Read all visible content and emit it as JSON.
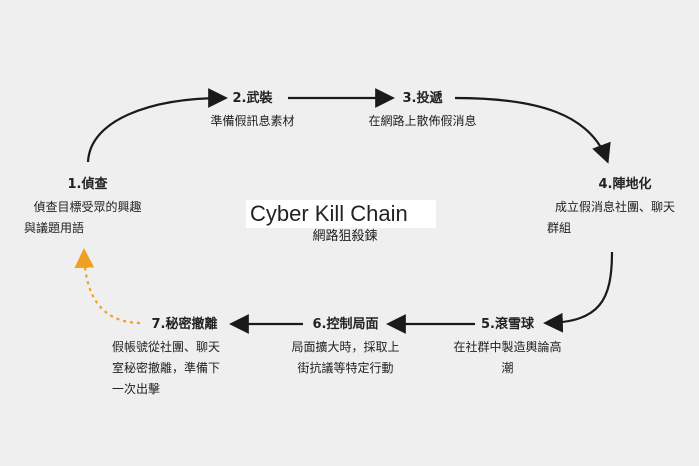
{
  "diagram": {
    "title": "Cyber Kill Chain",
    "subtitle": "網路狙殺鍊",
    "colors": {
      "arrow": "#1a1a1a",
      "dashed_arrow": "#f0a020",
      "title_bg": "#ffffff",
      "background": "#efefef"
    },
    "steps": [
      {
        "title": "1.偵查",
        "desc_lines": [
          "偵查目標受眾的興趣",
          "與議題用語"
        ]
      },
      {
        "title": "2.武裝",
        "desc_lines": [
          "準備假訊息素材"
        ]
      },
      {
        "title": "3.投遞",
        "desc_lines": [
          "在網路上散佈假消息"
        ]
      },
      {
        "title": "4.陣地化",
        "desc_lines": [
          "成立假消息社團、聊天",
          "群組"
        ]
      },
      {
        "title": "5.滾雪球",
        "desc_lines": [
          "在社群中製造輿論高",
          "潮"
        ]
      },
      {
        "title": "6.控制局面",
        "desc_lines": [
          "局面擴大時，採取上",
          "街抗議等特定行動"
        ]
      },
      {
        "title": "7.秘密撤離",
        "desc_lines": [
          "假帳號從社團、聊天",
          "室秘密撤離，準備下",
          "一次出擊"
        ]
      }
    ]
  }
}
